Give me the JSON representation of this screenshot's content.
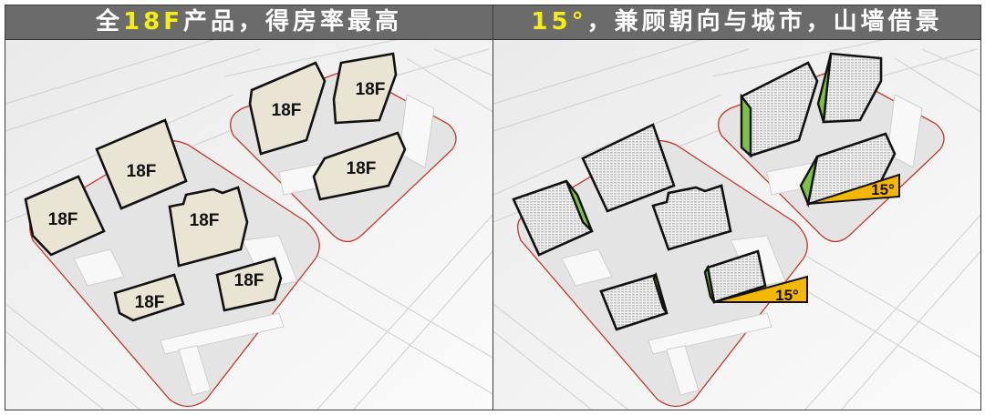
{
  "panels": [
    {
      "id": "left",
      "title_prefix": "全",
      "title_highlight": "18F",
      "title_suffix": "产品，得房率最高",
      "building_label": "18F",
      "building_count": 8,
      "building_color": "#e9e4d4"
    },
    {
      "id": "right",
      "title_highlight": "15°",
      "title_suffix": "，兼顾朝向与城市，山墙借景",
      "angle_label_1": "15°",
      "angle_label_2": "15°",
      "gable_color": "#7fc243",
      "angle_color": "#f5b800"
    }
  ],
  "colors": {
    "header_bg": "#6b6b6b",
    "header_text": "#ffffff",
    "highlight_text": "#f4ef10",
    "site_boundary": "#c0392b",
    "outline": "#111111"
  }
}
